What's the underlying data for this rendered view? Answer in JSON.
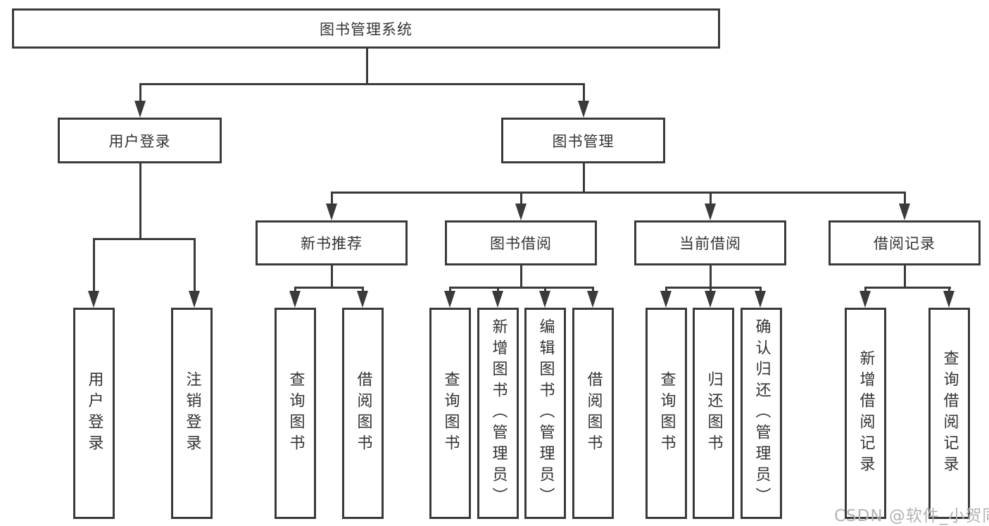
{
  "tree": {
    "label": "图书管理系统",
    "children": [
      {
        "label": "用户登录",
        "children": [
          {
            "label": "用户登录"
          },
          {
            "label": "注销登录"
          }
        ]
      },
      {
        "label": "图书管理",
        "children": [
          {
            "label": "新书推荐",
            "children": [
              {
                "label": "查询图书"
              },
              {
                "label": "借阅图书"
              }
            ]
          },
          {
            "label": "图书借阅",
            "children": [
              {
                "label": "查询图书"
              },
              {
                "label": "新增图书（管理员）"
              },
              {
                "label": "编辑图书（管理员）"
              },
              {
                "label": "借阅图书"
              }
            ]
          },
          {
            "label": "当前借阅",
            "children": [
              {
                "label": "查询图书"
              },
              {
                "label": "归还图书"
              },
              {
                "label": "确认归还（管理员）"
              }
            ]
          },
          {
            "label": "借阅记录",
            "children": [
              {
                "label": "新增借阅记录"
              },
              {
                "label": "查询借阅记录"
              }
            ]
          }
        ]
      }
    ]
  },
  "watermark": {
    "text": "CSDN @软件_小贺同学"
  },
  "colors": {
    "line": "#3a3a3a",
    "box_border": "#3a3a3a",
    "box_background": "#ffffff",
    "text": "#333333",
    "watermark_text": "#b3b3b3"
  }
}
